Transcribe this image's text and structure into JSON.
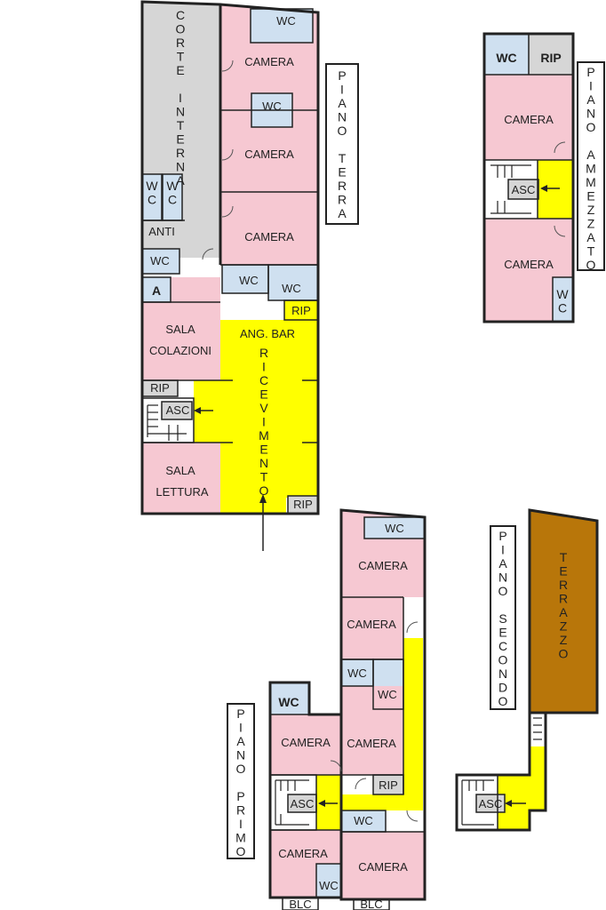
{
  "floors": {
    "terra": "PIANO TERRA",
    "ammezzato": "PIANO AMMEZZATO",
    "primo": "PIANO PRIMO",
    "secondo": "PIANO SECONDO"
  },
  "labels": {
    "corte": "CORTE INTERNA",
    "camera": "CAMERA",
    "wc": "WC",
    "rip": "RIP",
    "anti": "ANTI",
    "a": "A",
    "asc": "ASC",
    "blc": "BLC",
    "sala": "SALA",
    "colazioni": "COLAZIONI",
    "lettura": "LETTURA",
    "ang_bar": "ANG. BAR",
    "ricevimento": "RICEVIMENTO",
    "terrazzo": "TERRAZZO"
  },
  "colors": {
    "camera": "#f6c8d2",
    "wc": "#cfe0f0",
    "corte": "#d6d6d6",
    "circulation": "#ffff00",
    "terrazzo": "#b8760a"
  }
}
